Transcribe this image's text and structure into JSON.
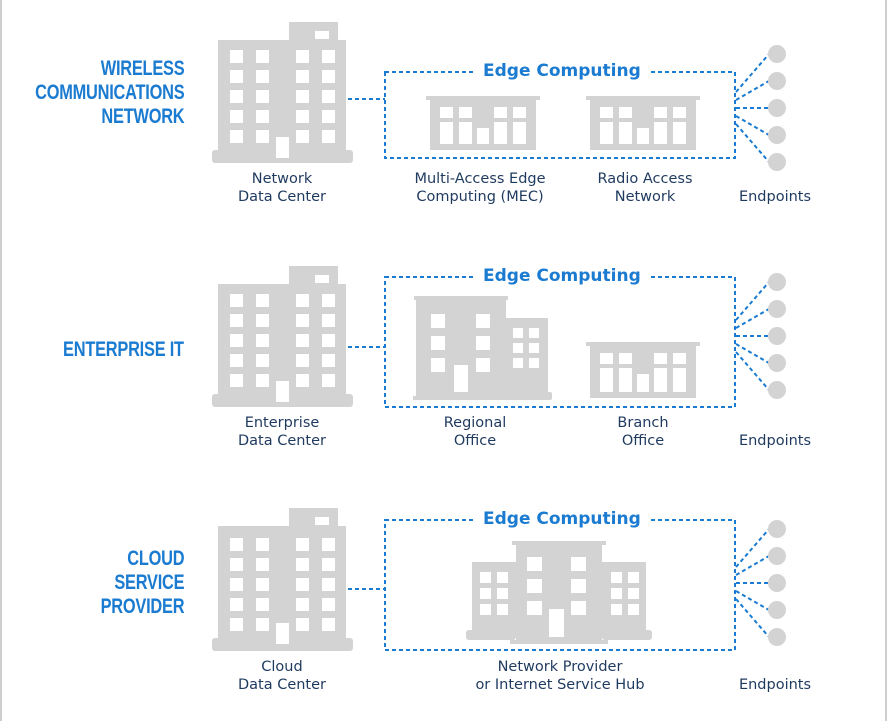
{
  "colors": {
    "accent_blue": "#1a7bd0",
    "label_navy": "#1f3a5f",
    "building_gray": "#d3d3d3",
    "endpoint_gray": "#d3d3d3"
  },
  "rows": [
    {
      "segment_title": [
        "WIRELESS",
        "COMMUNICATIONS",
        "NETWORK"
      ],
      "data_center_label": [
        "Network",
        "Data Center"
      ],
      "edge_title": "Edge Computing",
      "edge_sites": [
        {
          "label": [
            "Multi-Access Edge",
            "Computing (MEC)"
          ],
          "icon": "low-building-icon"
        },
        {
          "label": [
            "Radio Access",
            "Network"
          ],
          "icon": "low-building-icon"
        }
      ],
      "endpoints_label": "Endpoints",
      "endpoint_count": 5
    },
    {
      "segment_title": [
        "ENTERPRISE IT"
      ],
      "data_center_label": [
        "Enterprise",
        "Data Center"
      ],
      "edge_title": "Edge Computing",
      "edge_sites": [
        {
          "label": [
            "Regional",
            "Office"
          ],
          "icon": "office-building-icon"
        },
        {
          "label": [
            "Branch",
            "Office"
          ],
          "icon": "low-building-icon"
        }
      ],
      "endpoints_label": "Endpoints",
      "endpoint_count": 5
    },
    {
      "segment_title": [
        "CLOUD",
        "SERVICE",
        "PROVIDER"
      ],
      "data_center_label": [
        "Cloud",
        "Data Center"
      ],
      "edge_title": "Edge Computing",
      "edge_sites": [
        {
          "label": [
            "Network Provider",
            "or Internet Service Hub"
          ],
          "icon": "hub-building-icon"
        }
      ],
      "endpoints_label": "Endpoints",
      "endpoint_count": 5
    }
  ]
}
